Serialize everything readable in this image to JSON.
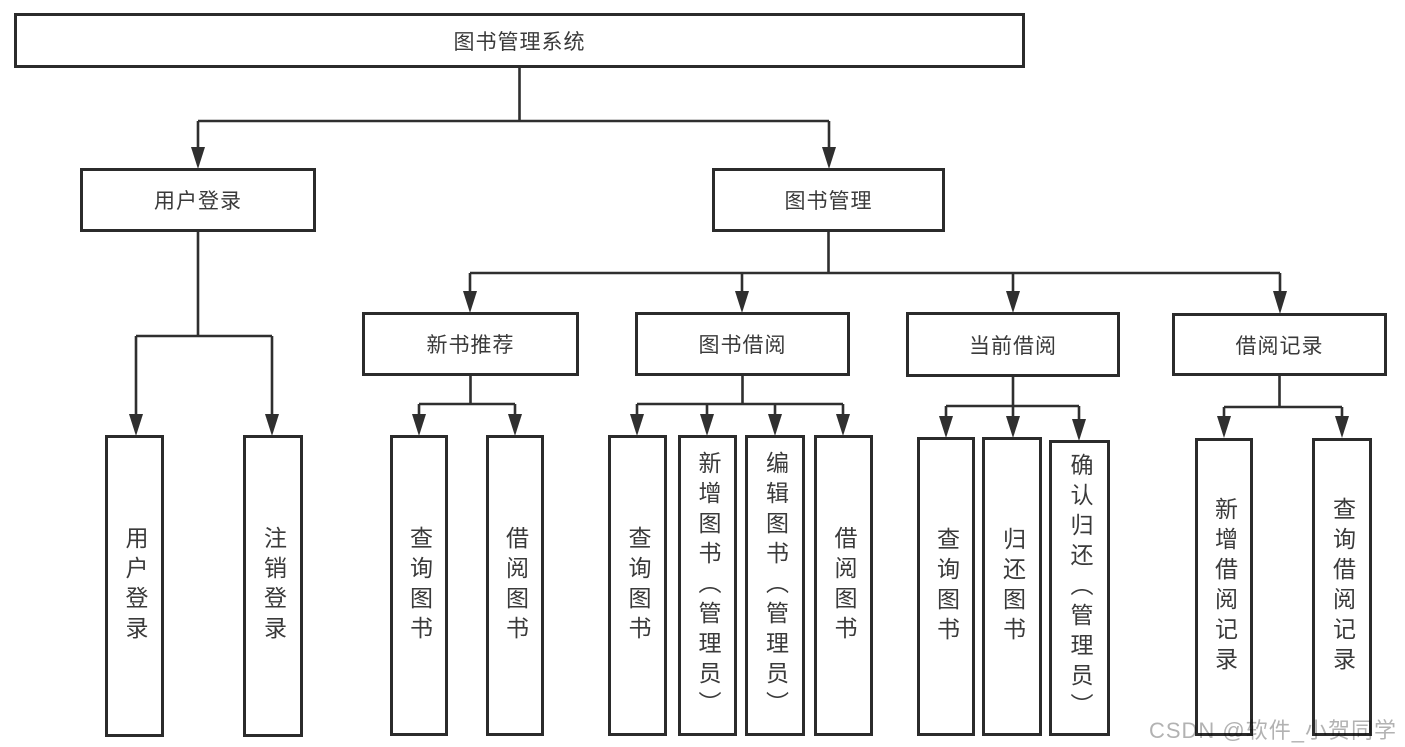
{
  "root": {
    "label": "图书管理系统"
  },
  "level2": [
    {
      "label": "用户登录"
    },
    {
      "label": "图书管理"
    }
  ],
  "level3": [
    {
      "label": "新书推荐"
    },
    {
      "label": "图书借阅"
    },
    {
      "label": "当前借阅"
    },
    {
      "label": "借阅记录"
    }
  ],
  "leaves": {
    "login": [
      {
        "label": "用户登录"
      },
      {
        "label": "注销登录"
      }
    ],
    "newbook": [
      {
        "label": "查询图书"
      },
      {
        "label": "借阅图书"
      }
    ],
    "borrow": [
      {
        "label": "查询图书"
      },
      {
        "label": "新增图书（管理员）"
      },
      {
        "label": "编辑图书（管理员）"
      },
      {
        "label": "借阅图书"
      }
    ],
    "current": [
      {
        "label": "查询图书"
      },
      {
        "label": "归还图书"
      },
      {
        "label": "确认归还（管理员）"
      }
    ],
    "records": [
      {
        "label": "新增借阅记录"
      },
      {
        "label": "查询借阅记录"
      }
    ]
  },
  "watermark": {
    "text": "CSDN @软件_小贺同学"
  },
  "colors": {
    "line": "#2f2f2f",
    "border": "#2b2b2b",
    "text": "#3a3a3a",
    "watermark": "#9f9f9f",
    "background": "#ffffff"
  }
}
